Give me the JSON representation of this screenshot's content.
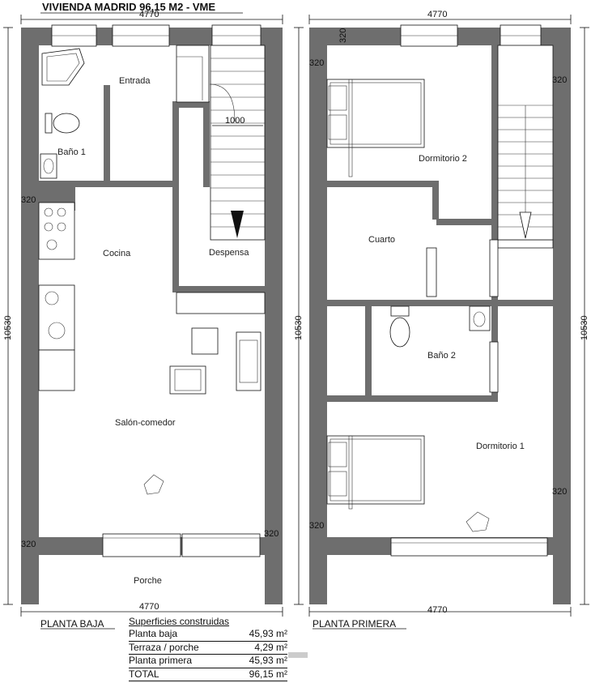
{
  "title": "VIVIENDA MADRID 96,15 M2 - VME",
  "dimensions": {
    "width_top": "4770",
    "width_bottom": "4770",
    "height": "10530",
    "wall": "320",
    "stair": "1000"
  },
  "ground_floor": {
    "caption": "PLANTA BAJA",
    "rooms": {
      "entrada": "Entrada",
      "bano1": "Baño 1",
      "cocina": "Cocina",
      "despensa": "Despensa",
      "salon": "Salón-comedor",
      "porche": "Porche"
    }
  },
  "first_floor": {
    "caption": "PLANTA PRIMERA",
    "rooms": {
      "dormitorio2": "Dormitorio 2",
      "cuarto": "Cuarto",
      "bano2": "Baño 2",
      "dormitorio1": "Dormitorio 1"
    }
  },
  "surfaces": {
    "heading": "Superficies construidas",
    "rows": [
      {
        "label": "Planta baja",
        "value": "45,93 m²"
      },
      {
        "label": "Terraza / porche",
        "value": "4,29 m²"
      },
      {
        "label": "Planta primera",
        "value": "45,93 m²"
      },
      {
        "label": "TOTAL",
        "value": "96,15 m²"
      }
    ]
  },
  "colors": {
    "wall": "#6e6e6e",
    "line": "#111111"
  }
}
